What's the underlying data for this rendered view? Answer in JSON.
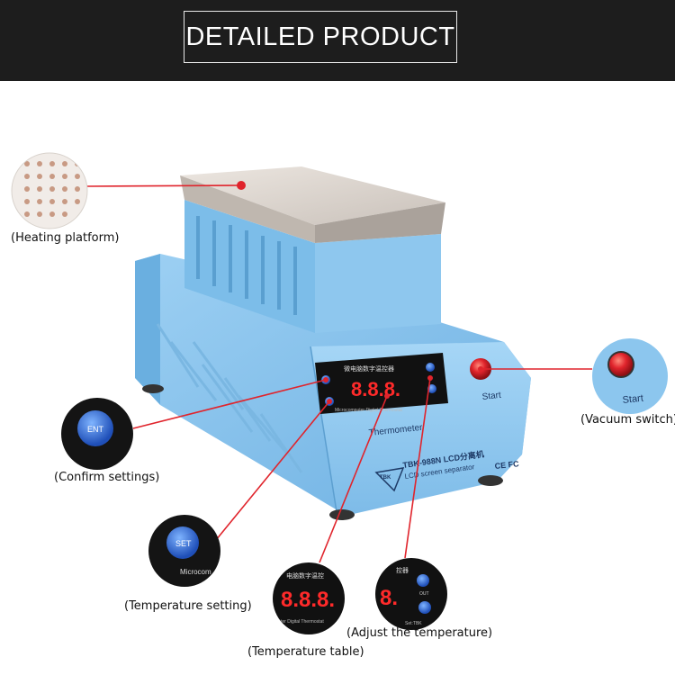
{
  "banner": {
    "title": "DETAILED PRODUCT"
  },
  "device": {
    "lcd_panel_title": "微电脑数字温控器",
    "display_readout": "8.8.8.",
    "panel_subtext": "Microcomputer Digital Thermostat",
    "thermometer_label": "Thermometer",
    "model_label": "TBK-988N LCD分离机",
    "product_label": "LCD screen separator",
    "brand_logo": "TBK",
    "cert_marks": "CE FC",
    "start_label": "Start",
    "ent_label": "ENT",
    "set_label": "SET",
    "out_label": "OUT"
  },
  "callouts": {
    "heating_platform": "(Heating platform)",
    "vacuum_switch": "(Vacuum switch)",
    "confirm_settings": "(Confirm settings)",
    "temperature_setting": "(Temperature setting)",
    "temperature_table": "(Temperature table)",
    "adjust_temperature": "(Adjust the temperature)"
  },
  "zoom_details": {
    "start": "Start",
    "ent": "ENT",
    "set": "SET",
    "microcomputer": "Microcom",
    "readout": "8.8.8.",
    "panel_title_partial": "电脑数字温控",
    "panel_subtext_partial": "ter Digital Thermostat",
    "arrows_panel_title": "控器",
    "arrows_readout": "8.",
    "arrows_out": "OUT",
    "arrows_subtext": "Set:TBK"
  },
  "colors": {
    "banner_bg": "#1d1d1d",
    "device_blue": "#8fc8ef",
    "device_blue_dark": "#6aafe0",
    "callout_red": "#e0242c",
    "platform_steel": "#d9d2cc"
  }
}
